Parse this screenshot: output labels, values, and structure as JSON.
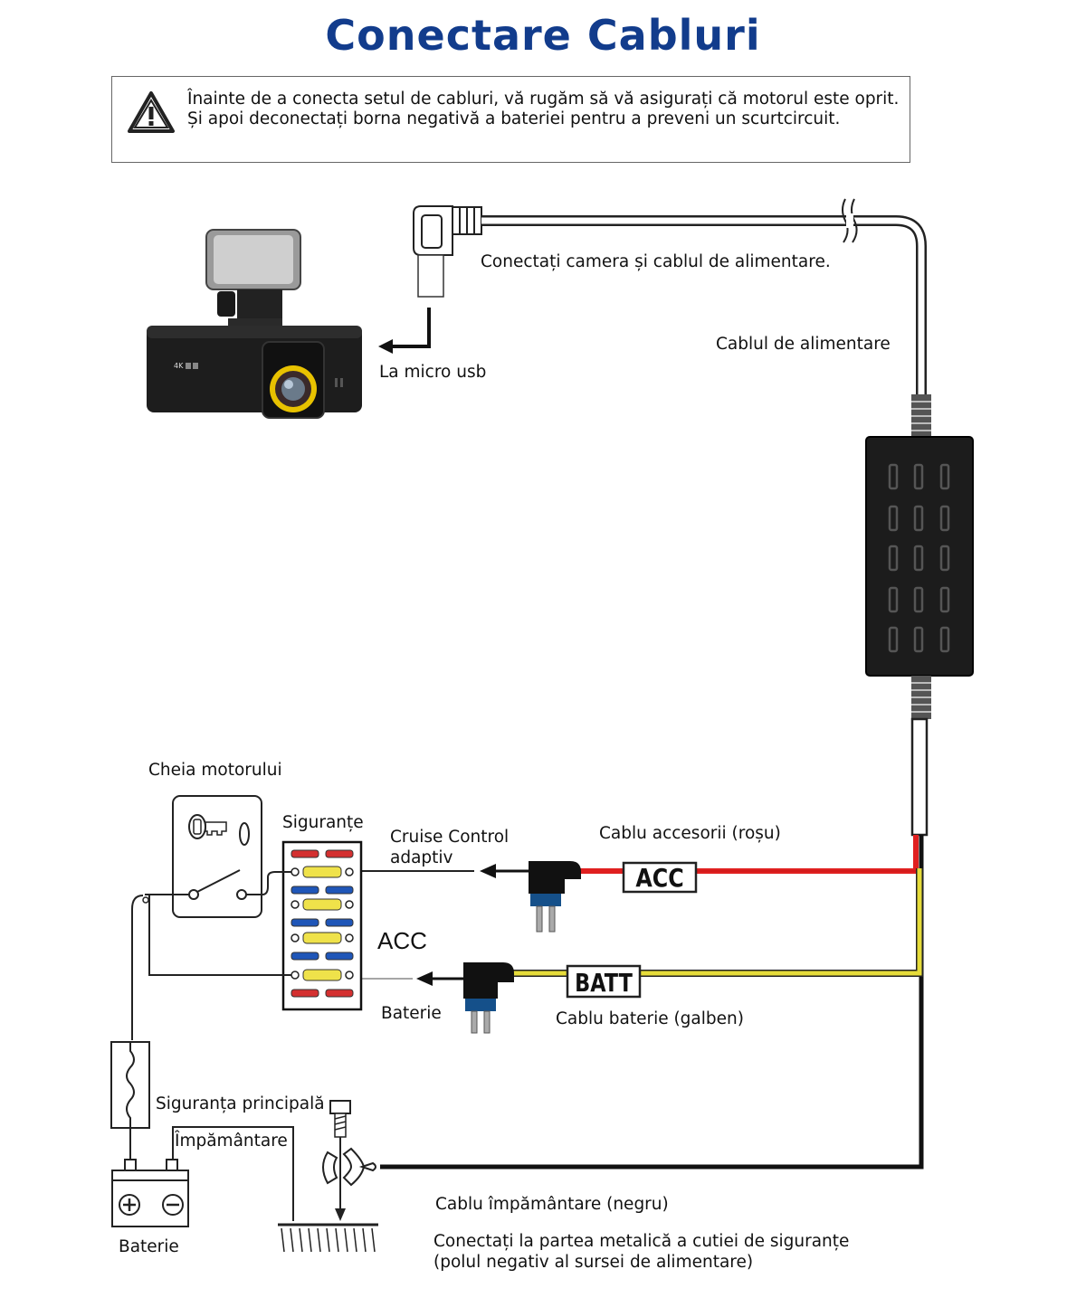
{
  "title": "Conectare Cabluri",
  "warning": {
    "icon": "warning-triangle-icon",
    "line1": "Înainte de a conecta setul de cabluri, vă rugăm să vă asigurați că motorul este oprit.",
    "line2": "Și apoi deconectați borna negativă a bateriei pentru a preveni un scurtcircuit."
  },
  "labels": {
    "connect_camera": "Conectați camera și cablul de alimentare.",
    "micro_usb": "La micro usb",
    "power_cable": "Cablul de alimentare",
    "ignition_key": "Cheia motorului",
    "fuses": "Siguranțe",
    "cruise_line1": "Cruise Control",
    "cruise_line2": "adaptiv",
    "acc_cable": "Cablu accesorii (roșu)",
    "acc": "ACC",
    "battery_fuse": "Baterie",
    "batt_cable": "Cablu baterie (galben)",
    "main_fuse": "Siguranța principală",
    "ground": "Împământare",
    "battery": "Baterie",
    "ground_cable": "Cablu împământare (negru)",
    "metal_line1": "Conectați la partea metalică a cutiei de siguranțe",
    "metal_line2": "(polul negativ al sursei de alimentare)"
  },
  "tags": {
    "acc": "ACC",
    "batt": "BATT"
  },
  "camera": {
    "badge": "4K"
  },
  "colors": {
    "title": "#123c8c",
    "acc_wire": "#e02020",
    "batt_wire": "#e6dc3a",
    "ground_wire": "#111111"
  }
}
